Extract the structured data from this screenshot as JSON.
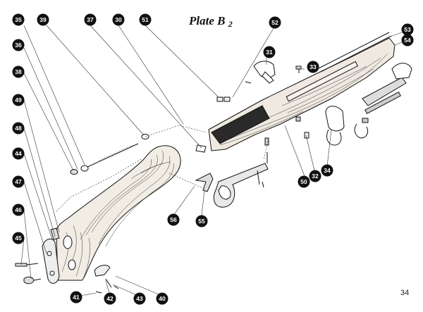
{
  "title": "Plate B",
  "title_subscript": "2",
  "page_number": "34",
  "callouts": [
    "35",
    "39",
    "37",
    "30",
    "51",
    "52",
    "53",
    "54",
    "36",
    "31",
    "33",
    "38",
    "49",
    "48",
    "44",
    "47",
    "46",
    "45",
    "50",
    "32",
    "34",
    "56",
    "55",
    "41",
    "42",
    "43",
    "40"
  ]
}
